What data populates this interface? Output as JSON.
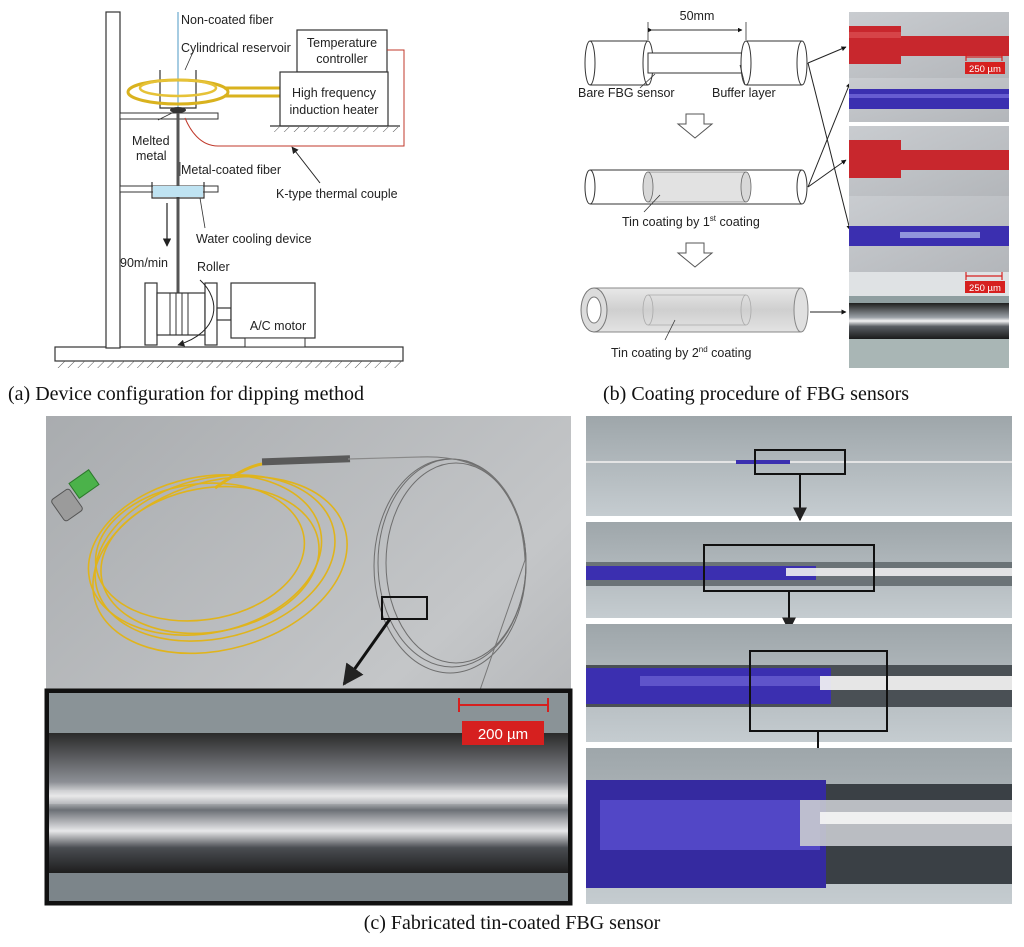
{
  "panel_a": {
    "caption": "(a) Device configuration for dipping method",
    "labels": {
      "non_coated_fiber": "Non-coated fiber",
      "cylindrical_reservoir": "Cylindrical reservoir",
      "temperature_controller_1": "Temperature",
      "temperature_controller_2": "controller",
      "heater_1": "High frequency",
      "heater_2": "induction heater",
      "melted_metal_1": "Melted",
      "melted_metal_2": "metal",
      "metal_coated_fiber": "Metal-coated fiber",
      "thermal_couple": "K-type thermal couple",
      "water_cooling": "Water cooling device",
      "speed": "90m/min",
      "roller": "Roller",
      "motor": "A/C motor"
    }
  },
  "panel_b": {
    "caption": "(b) Coating procedure of FBG sensors",
    "labels": {
      "length": "50mm",
      "bare_fbg": "Bare FBG sensor",
      "buffer_layer": "Buffer layer",
      "first_coating_pre": "Tin coating by 1",
      "first_coating_sup": "st",
      "first_coating_post": " coating",
      "second_coating_pre": "Tin coating by 2",
      "second_coating_sup": "nd",
      "second_coating_post": " coating",
      "scale_1": "250 µm",
      "scale_2": "250 µm"
    }
  },
  "panel_c": {
    "caption": "(c) Fabricated tin-coated FBG sensor",
    "scale": "200 µm"
  },
  "colors": {
    "coil": "#d9b21e",
    "red_fiber": "#c8272d",
    "blue_fiber": "#3b2fb0",
    "scale_red": "#d6201f"
  }
}
